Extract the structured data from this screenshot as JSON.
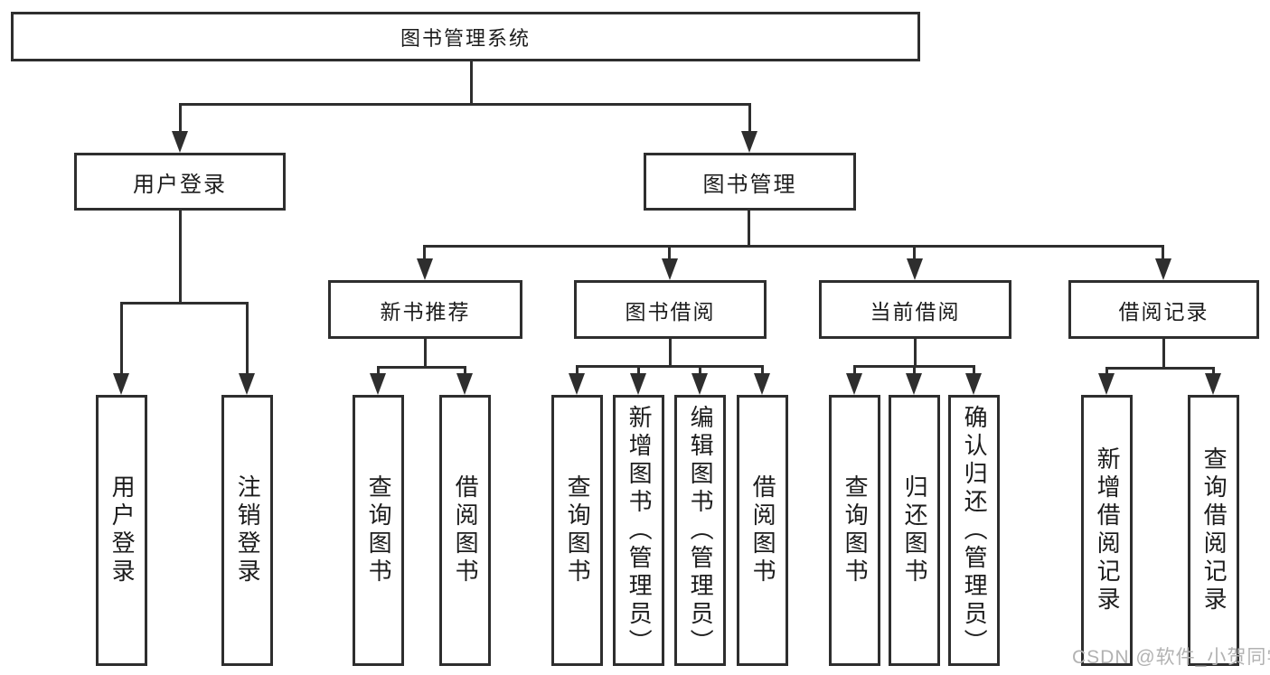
{
  "colors": {
    "line": "#2e2e2e",
    "text": "#1c1c1c",
    "watermark": "#b2b2b2",
    "background": "#ffffff"
  },
  "root": {
    "label": "图书管理系统"
  },
  "level2": {
    "user_login": {
      "label": "用户登录"
    },
    "book_management": {
      "label": "图书管理"
    }
  },
  "level3": {
    "new_book": {
      "label": "新书推荐"
    },
    "borrow": {
      "label": "图书借阅"
    },
    "current": {
      "label": "当前借阅"
    },
    "record": {
      "label": "借阅记录"
    }
  },
  "leaves": {
    "user_login": [
      "用户登录",
      "注销登录"
    ],
    "new_book": [
      "查询图书",
      "借阅图书"
    ],
    "borrow": [
      "查询图书",
      "新增图书（管理员）",
      "编辑图书（管理员）",
      "借阅图书"
    ],
    "current": [
      "查询图书",
      "归还图书",
      "确认归还（管理员）"
    ],
    "record": [
      "新增借阅记录",
      "查询借阅记录"
    ]
  },
  "watermark": {
    "text": "CSDN @软件_小贺同学"
  }
}
